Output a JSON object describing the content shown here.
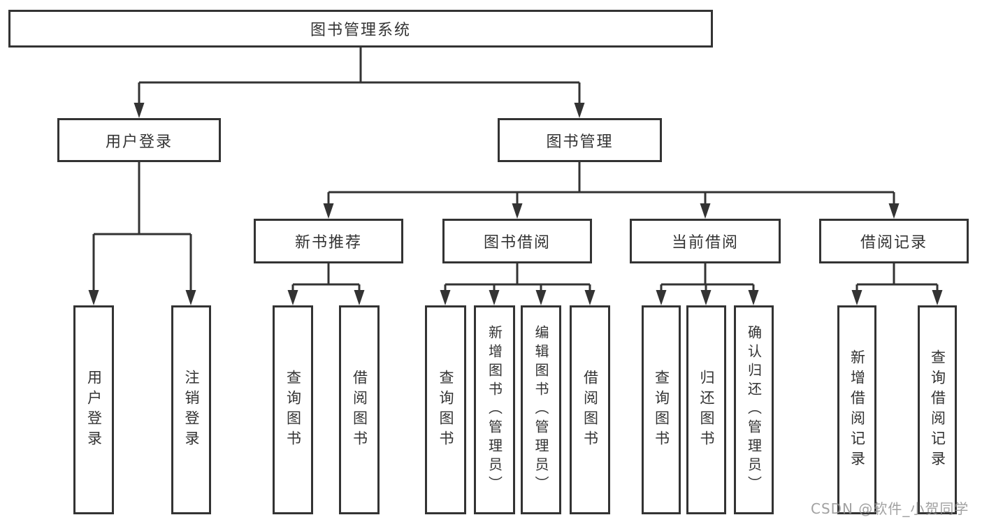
{
  "tree": {
    "root": {
      "label": "图书管理系统"
    },
    "level2": [
      {
        "label": "用户登录",
        "leaves": [
          {
            "label": "用户登录"
          },
          {
            "label": "注销登录"
          }
        ]
      },
      {
        "label": "图书管理",
        "children": [
          {
            "label": "新书推荐",
            "leaves": [
              {
                "label": "查询图书"
              },
              {
                "label": "借阅图书"
              }
            ]
          },
          {
            "label": "图书借阅",
            "leaves": [
              {
                "label": "查询图书"
              },
              {
                "label": "新增图书（管理员）"
              },
              {
                "label": "编辑图书（管理员）"
              },
              {
                "label": "借阅图书"
              }
            ]
          },
          {
            "label": "当前借阅",
            "leaves": [
              {
                "label": "查询图书"
              },
              {
                "label": "归还图书"
              },
              {
                "label": "确认归还（管理员）"
              }
            ]
          },
          {
            "label": "借阅记录",
            "leaves": [
              {
                "label": "新增借阅记录"
              },
              {
                "label": "查询借阅记录"
              }
            ]
          }
        ]
      }
    ]
  },
  "watermark": {
    "text": "CSDN @软件_小贺同学"
  },
  "colors": {
    "line": "#333333",
    "box_border": "#333333",
    "text": "#333333",
    "watermark": "#919191",
    "background": "#ffffff"
  }
}
